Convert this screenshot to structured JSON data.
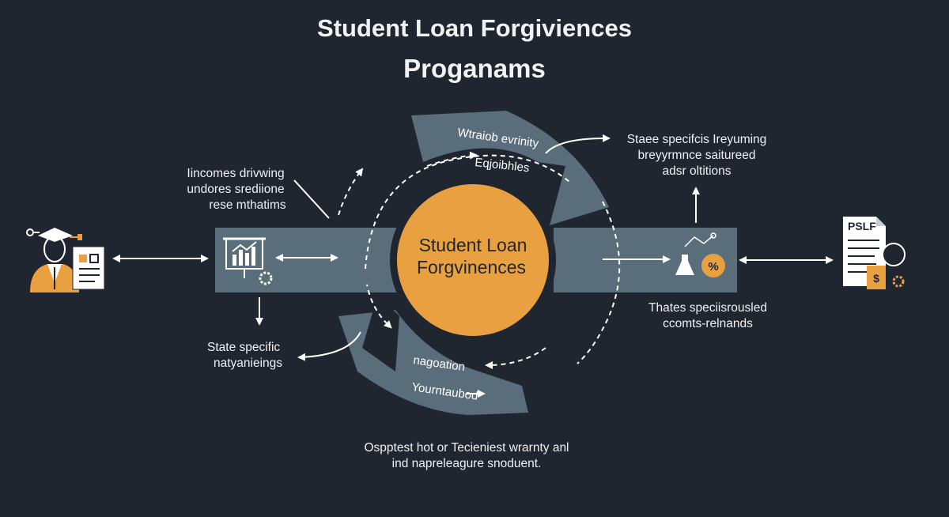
{
  "title": {
    "line1": "Student Loan Forgiviences",
    "line2": "Proganams"
  },
  "hub": {
    "line1": "Student Loan",
    "line2": "Forgvinences"
  },
  "upper_band": {
    "line1": "Wtraiob evrinity",
    "line2": "Eqjoibhles"
  },
  "lower_band": {
    "line1": "nagoation",
    "line2": "Yourntaubod"
  },
  "labels": {
    "top_left": [
      "Iincomes drivwing",
      "undores srediione",
      "rese mthatims"
    ],
    "top_right": [
      "Staee specifcis Ireyuming",
      "breyyrmnce saitureed",
      "adsr oltitions"
    ],
    "bottom_left": [
      "State specific",
      "natyanieings"
    ],
    "bottom_right": [
      "Thates speciisrousled",
      "ccomts-relnands"
    ],
    "bottom_center": [
      "Ospptest hot or Tecieniest wrarnty anl",
      "ind napreleagure snoduent."
    ]
  },
  "pslf_doc": {
    "label": "PSLF"
  },
  "colors": {
    "background": "#1f2630",
    "band": "#5a6d7b",
    "hub": "#e9a040",
    "accent_orange": "#e9a040",
    "line": "#ffffff"
  },
  "icons": [
    "graduate-student-icon",
    "chart-presentation-icon",
    "percent-flask-icon",
    "pslf-document-icon"
  ]
}
